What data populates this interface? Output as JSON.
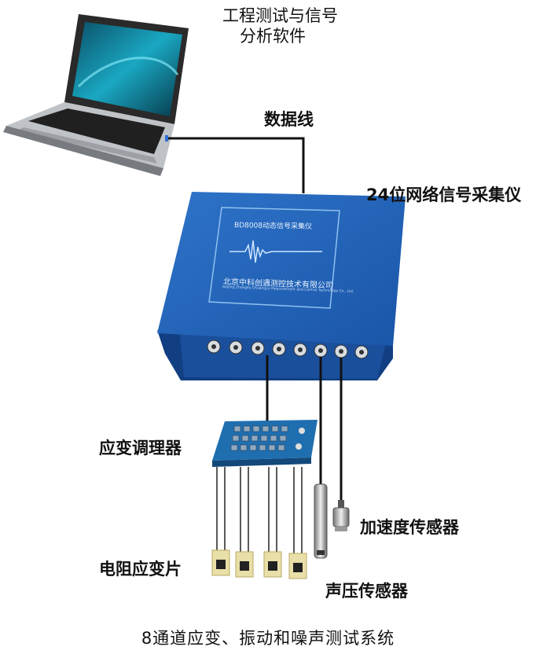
{
  "software_label_line1": "工程测试与信号",
  "software_label_line2": "分析软件",
  "cable_label": "数据线",
  "acquisition_label": "24位网络信号采集仪",
  "device_panel": {
    "model_text": "BD8008动态信号采集仪",
    "company_cn": "北京中科创遇测控技术有限公司",
    "company_en": "Beijing Zhongke Chuangyu Measurement and Control Technology Co., Ltd."
  },
  "conditioner_label": "应变调理器",
  "accel_label": "加速度传感器",
  "strain_gauge_label": "电阻应变片",
  "sound_label": "声压传感器",
  "caption": "8通道应变、振动和噪声测试系统",
  "colors": {
    "device_blue": "#1f5fb4",
    "device_dark": "#123f82",
    "cable": "#111111"
  }
}
